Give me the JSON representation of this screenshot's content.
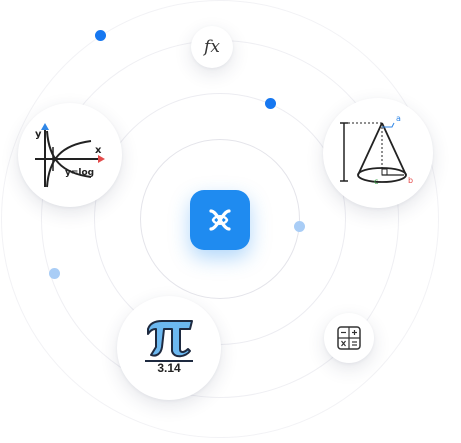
{
  "icons": {
    "graph": "log-graph-icon",
    "fx": "function-icon",
    "cone": "cone-geometry-icon",
    "pi": "pi-icon",
    "calculator": "calculator-icon",
    "center": "app-logo-icon"
  },
  "labels": {
    "fx": "fx",
    "graph_eq": "y=log",
    "graph_x": "x",
    "graph_y": "y",
    "pi_value": "3.14",
    "cone_a": "a",
    "cone_b": "b",
    "cone_c": "c"
  },
  "colors": {
    "accent": "#1f8bf0",
    "dot_dark": "#1677f0",
    "dot_light": "#a9cdf6",
    "pi_fill": "#6cb8f0",
    "cone_a": "#2f86e6",
    "cone_b": "#e34b4b",
    "cone_c": "#3aa64a"
  }
}
